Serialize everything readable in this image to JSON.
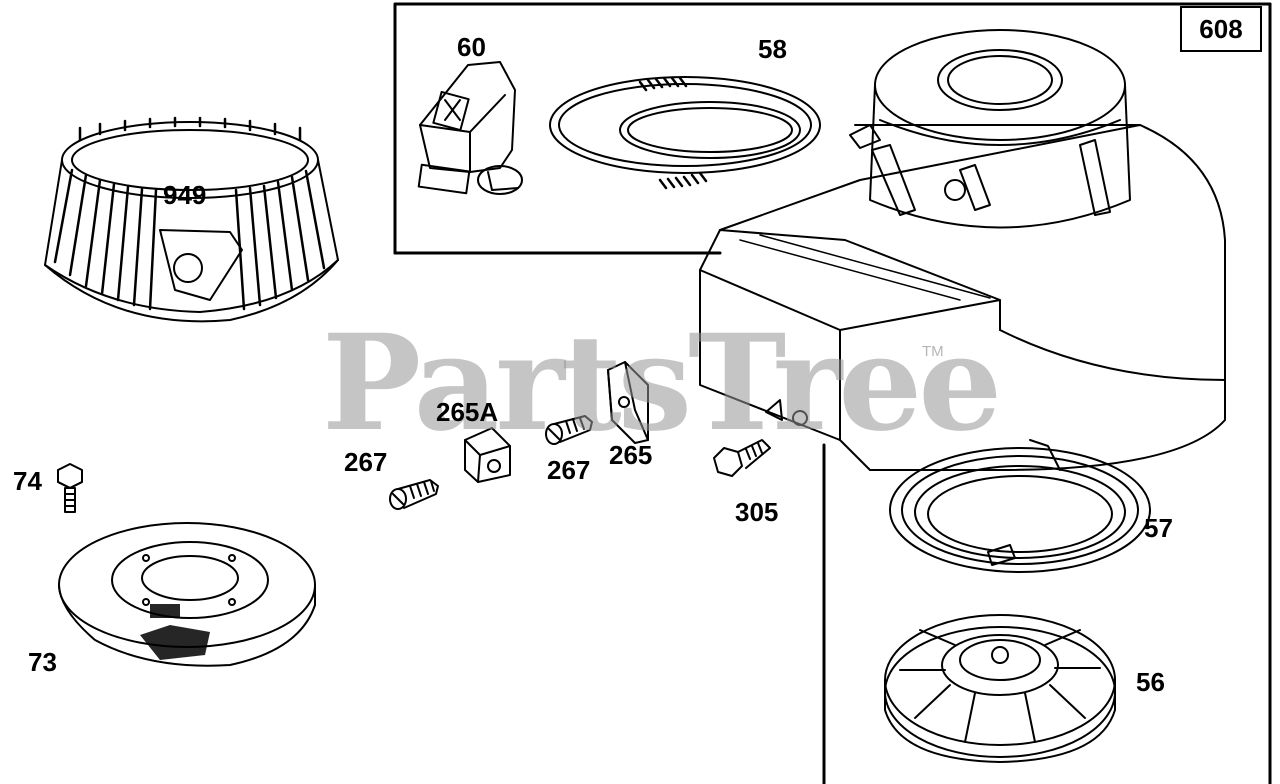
{
  "watermark": {
    "text": "PartsTree",
    "trademark": "TM"
  },
  "kit": {
    "number": "608"
  },
  "parts": [
    {
      "id": "60",
      "name": "starter-handle"
    },
    {
      "id": "58",
      "name": "starter-rope"
    },
    {
      "id": "949",
      "name": "rotating-screen"
    },
    {
      "id": "265A",
      "name": "rope-guide-clip"
    },
    {
      "id": "267",
      "name": "screw-left"
    },
    {
      "id": "267",
      "name": "screw-center"
    },
    {
      "id": "265",
      "name": "rope-guide"
    },
    {
      "id": "305",
      "name": "hex-bolt"
    },
    {
      "id": "74",
      "name": "bolt"
    },
    {
      "id": "73",
      "name": "grass-screen"
    },
    {
      "id": "57",
      "name": "rewind-spring"
    },
    {
      "id": "56",
      "name": "starter-pulley"
    }
  ]
}
